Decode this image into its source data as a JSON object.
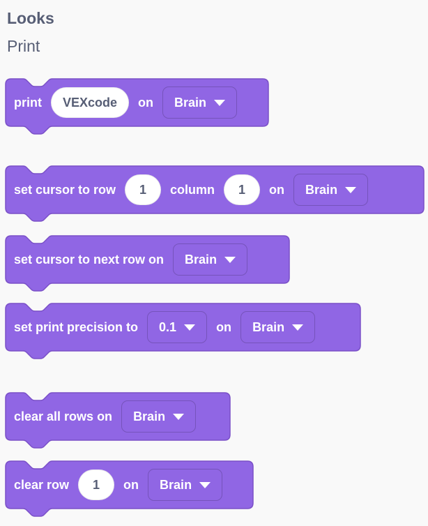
{
  "header": {
    "category": "Looks",
    "section": "Print"
  },
  "colors": {
    "page_bg": "#f9f9f9",
    "block_fill": "#9066E4",
    "block_border": "#7A50C7",
    "text_dark": "#575E75",
    "block_text": "#ffffff"
  },
  "blocks": {
    "print": {
      "label1": "print",
      "input_value": "VEXcode",
      "label2": "on",
      "dropdown_value": "Brain"
    },
    "set_cursor_row_col": {
      "label1": "set cursor to row",
      "input1": "1",
      "label2": "column",
      "input2": "1",
      "label3": "on",
      "dropdown_value": "Brain"
    },
    "set_cursor_next_row": {
      "label1": "set cursor to next row on",
      "dropdown_value": "Brain"
    },
    "set_print_precision": {
      "label1": "set print precision to",
      "dropdown1_value": "0.1",
      "label2": "on",
      "dropdown2_value": "Brain"
    },
    "clear_all_rows": {
      "label1": "clear all rows on",
      "dropdown_value": "Brain"
    },
    "clear_row": {
      "label1": "clear row",
      "input1": "1",
      "label2": "on",
      "dropdown_value": "Brain"
    }
  }
}
